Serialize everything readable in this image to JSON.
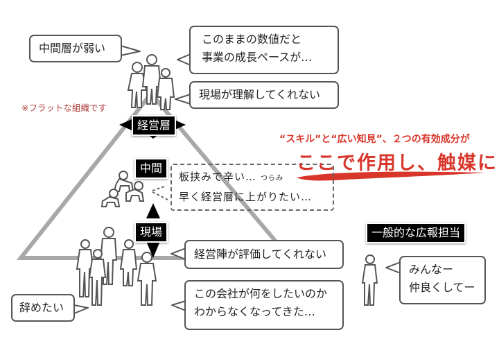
{
  "diagram": {
    "title_note": "※フラットな組織です",
    "colors": {
      "accent_red": "#d8362a",
      "note_red": "#b0413e",
      "pyramid_gray": "#a8a8a8",
      "label_bg": "#000000",
      "bubble_border": "#555555"
    },
    "tiers": {
      "executive": "経営層",
      "middle": "中間",
      "field": "現場"
    },
    "executive_bubbles": [
      {
        "lines": [
          "中間層が弱い"
        ]
      },
      {
        "lines": [
          "このままの数値だと",
          "事業の成長ペースが…"
        ]
      },
      {
        "lines": [
          "現場が理解してくれない"
        ]
      }
    ],
    "middle_bubble": {
      "lines": [
        "板挟みで辛い…",
        "早く経営層に上がりたい…"
      ],
      "aside": "つらみ"
    },
    "field_bubbles": [
      {
        "lines": [
          "経営陣が評価してくれない"
        ]
      },
      {
        "lines": [
          "この会社が何をしたいのか",
          "わからなくなってきた…"
        ]
      },
      {
        "lines": [
          "辞めたい"
        ]
      }
    ],
    "headline": {
      "subtitle": "“スキル”と“広い知見”、２つの有効成分が",
      "main": "ここで作用し、触媒に"
    },
    "pr_person": {
      "label": "一般的な広報担当",
      "bubble_lines": [
        "みんなー",
        "仲良くしてー"
      ]
    },
    "icons": {
      "executives": "people-group-icon",
      "middle": "crawling-babies-icon",
      "field": "workers-group-icon",
      "pr": "person-icon"
    }
  }
}
